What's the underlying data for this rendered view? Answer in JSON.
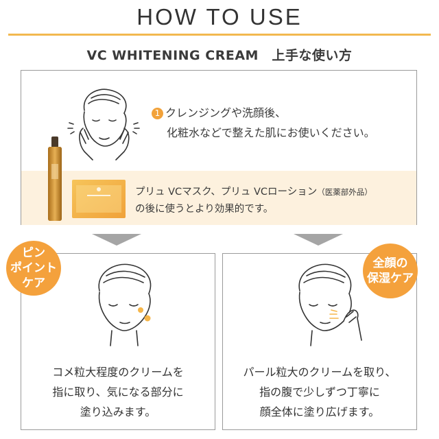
{
  "header": {
    "title": "HOW TO USE",
    "subtitle": "VC WHITENING CREAM　上手な使い方"
  },
  "step1": {
    "number": "1",
    "line1": "クレンジングや洗顔後、",
    "line2": "化粧水などで整えた肌にお使いください。"
  },
  "recommend": {
    "line1_main": "プリュ VCマスク、プリュ VCローション",
    "line1_small": "（医薬部外品）",
    "line2": "の後に使うとより効果的です。"
  },
  "left_card": {
    "badge_lines": [
      "ピン",
      "ポイント",
      "ケア"
    ],
    "text_lines": [
      "コメ粒大程度のクリームを",
      "指に取り、気になる部分に",
      "塗り込みます。"
    ]
  },
  "right_card": {
    "badge_lines": [
      "全顔の",
      "保湿ケア"
    ],
    "text_lines": [
      "パール粒大のクリームを取り、",
      "指の腹で少しずつ丁寧に",
      "顔全体に塗り広げます。"
    ]
  },
  "colors": {
    "accent": "#f4a13c",
    "rule": "#f2b84f",
    "band": "#fdf1de",
    "arrow": "#a5a5a5"
  },
  "icons": [
    "face-towel-hands-icon",
    "cream-bottle-icon",
    "face-mask-pack-icon",
    "face-cream-dots-icon",
    "face-finger-spread-icon"
  ]
}
